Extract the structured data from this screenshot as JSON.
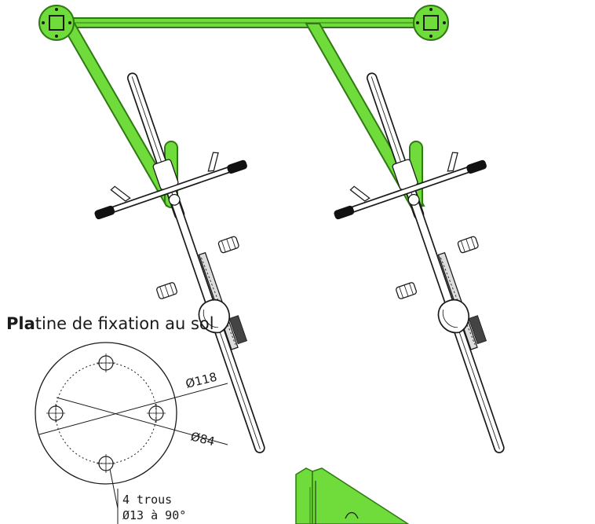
{
  "colors": {
    "frame": "#6fdc3c",
    "frame_dark": "#2f7a12",
    "line": "#1a1a1a",
    "grip": "#111111"
  },
  "icons": [
    "bicycle",
    "wall-plate",
    "floor-plate"
  ],
  "plate": {
    "title_bold": "Pla",
    "title_rest": "tine de fixation au sol",
    "dim_outer": "Ø118",
    "dim_inner": "Ø84",
    "note_line1": "4 trous",
    "note_line2": "Ø13 à 90°"
  }
}
